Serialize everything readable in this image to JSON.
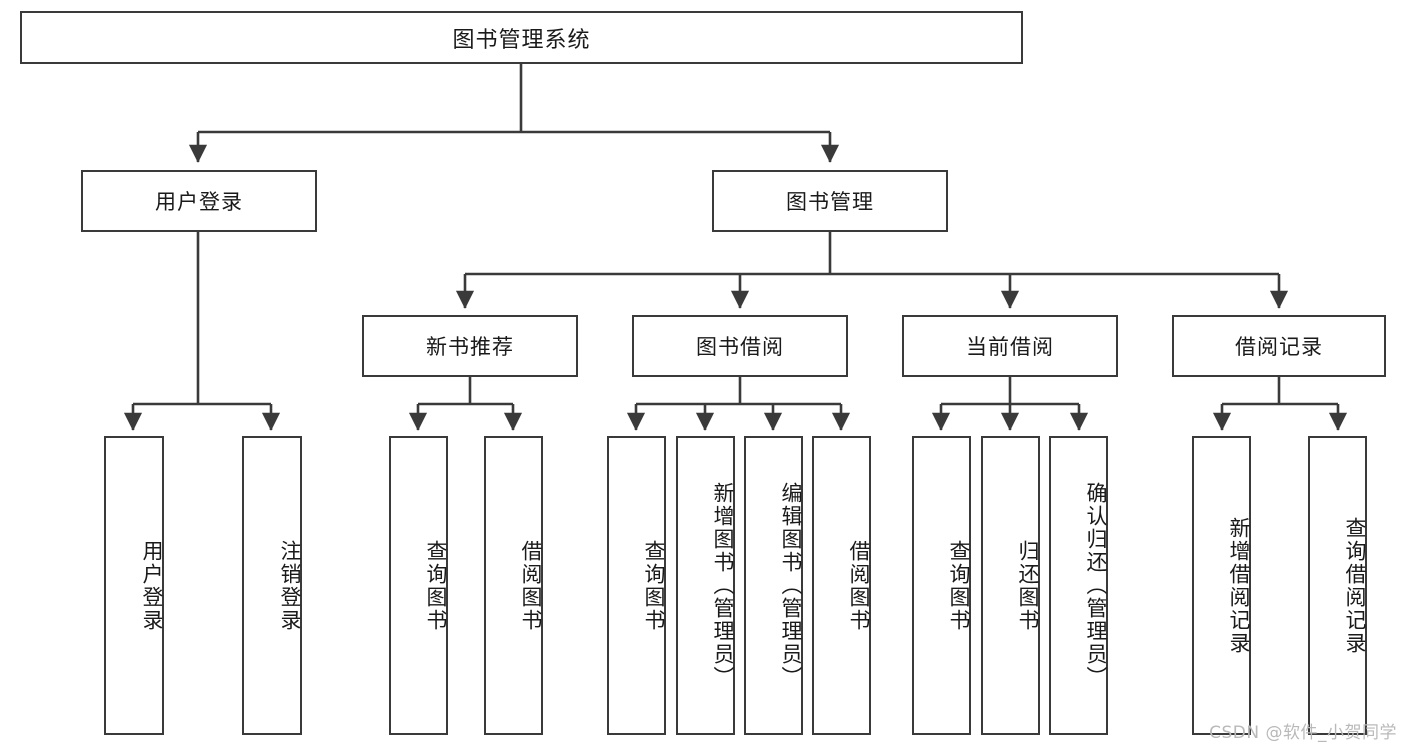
{
  "diagram": {
    "type": "tree",
    "title": "图书管理系统",
    "root": {
      "label": "图书管理系统"
    },
    "level2": [
      {
        "label": "用户登录"
      },
      {
        "label": "图书管理"
      }
    ],
    "level3": [
      {
        "label": "新书推荐"
      },
      {
        "label": "图书借阅"
      },
      {
        "label": "当前借阅"
      },
      {
        "label": "借阅记录"
      }
    ],
    "leaves": {
      "user_login": [
        {
          "label": "用户登录"
        },
        {
          "label": "注销登录"
        }
      ],
      "new_book": [
        {
          "label": "查询图书"
        },
        {
          "label": "借阅图书"
        }
      ],
      "book_borrow": [
        {
          "label": "查询图书"
        },
        {
          "label": "新增图书（管理员）"
        },
        {
          "label": "编辑图书（管理员）"
        },
        {
          "label": "借阅图书"
        }
      ],
      "current_borrow": [
        {
          "label": "查询图书"
        },
        {
          "label": "归还图书"
        },
        {
          "label": "确认归还（管理员）"
        }
      ],
      "borrow_record": [
        {
          "label": "新增借阅记录"
        },
        {
          "label": "查询借阅记录"
        }
      ]
    }
  },
  "watermark": {
    "text": "CSDN @软件_小贺同学"
  },
  "colors": {
    "stroke": "#3a3a3a",
    "fill": "#ffffff",
    "text": "#1a1a1a",
    "watermark": "#b9b9b9"
  }
}
